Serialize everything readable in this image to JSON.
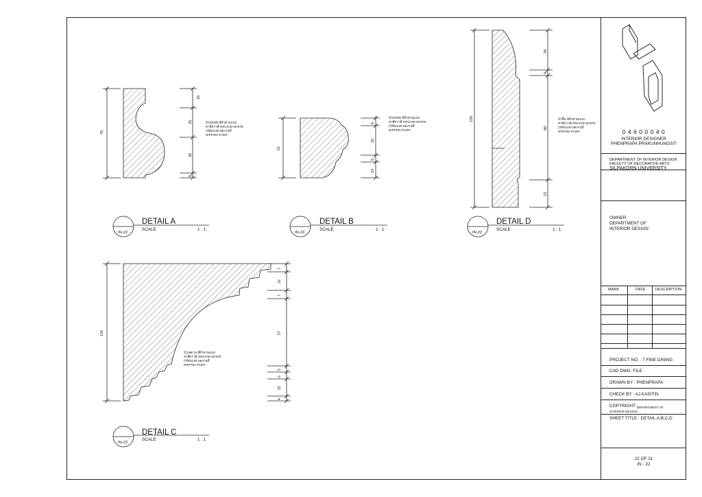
{
  "details": [
    {
      "key": "A",
      "title": "DETAIL A",
      "scale_label": "SCALE",
      "scale": "1 : 1",
      "ref": "IN-22",
      "overall": "76",
      "segments": [
        "16",
        "25",
        "30",
        "5"
      ],
      "note": [
        "บัวทรงส่ง สีทำตามแบบ",
        "ทาสีขาวสี ORCHID WHITE",
        "(รหัส1130 ผลงานที่",
        "NIPPON PAINT"
      ]
    },
    {
      "key": "B",
      "title": "DETAIL B",
      "scale_label": "SCALE",
      "scale": "1 : 1",
      "ref": "IN-22",
      "overall": "51",
      "segments": [
        "6",
        "25",
        "6",
        "14"
      ],
      "note": [
        "บัวทรงส่ง สีทำตามแบบ",
        "ทาสีขาวสี ORCHID WHITE",
        "(รหัส1130 ผลงานที่",
        "NIPPON PAINT"
      ]
    },
    {
      "key": "C",
      "title": "DETAIL C",
      "scale_label": "SCALE",
      "scale": "1 : 1",
      "ref": "IN-22",
      "overall": "116",
      "segments": [
        "7",
        "16",
        "7",
        "57",
        "5",
        "6",
        "15",
        "4"
      ],
      "note": [
        "บัวเพดาน สีทำตามแบบ",
        "ทาสีขาวสี ORCHID WHITE",
        "(รหัส1130 ผลงานที่",
        "NIPPON PAINT"
      ]
    },
    {
      "key": "D",
      "title": "DETAIL D",
      "scale_label": "SCALE",
      "scale": "1 : 1",
      "ref": "IN-22",
      "overall": "150",
      "segments": [
        "34",
        "4",
        "88",
        "23"
      ],
      "note": [
        "บัวพื้น สีทำตามแบบ",
        "ทาสีขาวสี ORCHID WHITE",
        "(รหัส1130 ผลงานที่",
        "NIPPON PAINT"
      ]
    }
  ],
  "title_block": {
    "student_id": "0 4 6 0 0 0 4 0",
    "role": "INTERIOR DESIGNER",
    "designer": "PHENPRAPA PRAKUNHUNGSIT",
    "department": "DEPARTMENT OF INTERIOR DESIGN",
    "faculty": "FACULTY OF DECORATIVE ARTS",
    "university": "SILPAKORN UNIVERSITY",
    "owner_label": "OWNER",
    "owner_1": "DEPARTMENT  OF",
    "owner_2": "INTERIOR  DESIGN",
    "rev_mark": "MARK",
    "rev_date": "DATE",
    "rev_desc": "DESCRIPTION",
    "project": "PROJECT NO. :  7 FINE DINING",
    "cad_file": "CAD DWG. FILE :",
    "drawn_by": "DRAWN BY : PHENPRAPA",
    "check_by": "CHECK BY : AJ.KASITIN",
    "copyright_label": "COPYRIGHT :",
    "copyright_value_1": "DEPARTMENT  OF",
    "copyright_value_2": "INTERIOR  DESIGN",
    "sheet_title": "SHEET TITLE : DETAIL A,B,C,D",
    "sheet_no": "22 OF 31",
    "sheet_code": "IN - 22"
  }
}
